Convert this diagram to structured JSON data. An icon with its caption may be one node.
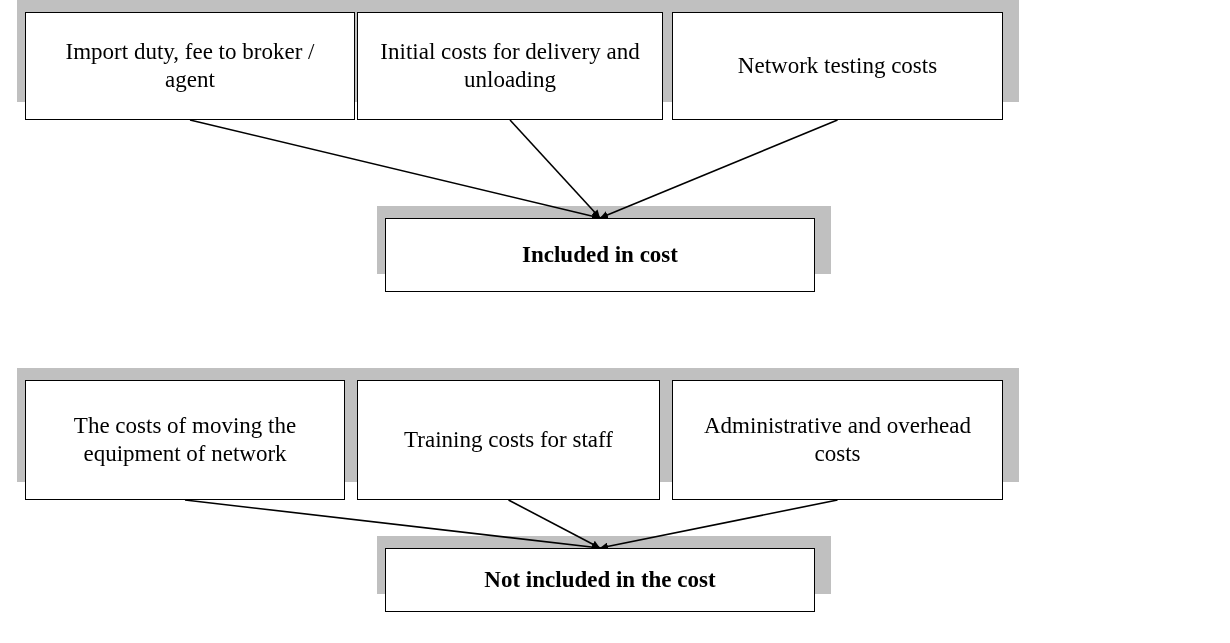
{
  "diagram": {
    "nodes": [
      {
        "text": [
          "Import duty, fee to broker / agent"
        ]
      },
      {
        "text": [
          "Initial costs for delivery and unloading"
        ]
      },
      {
        "text": [
          "Network testing costs"
        ]
      },
      {
        "text": [
          "Included in cost"
        ]
      },
      {
        "text": [
          "The costs of moving the equipment of network"
        ]
      },
      {
        "text": [
          "Training costs for staff"
        ]
      },
      {
        "text": [
          "Administrative and overhead costs"
        ]
      },
      {
        "text": [
          "Not included in the cost"
        ]
      }
    ],
    "edges": [
      {
        "from": 0,
        "to": 3,
        "arrow": "to"
      },
      {
        "from": 1,
        "to": 3,
        "arrow": "to"
      },
      {
        "from": 2,
        "to": 3,
        "arrow": "to"
      },
      {
        "from": 4,
        "to": 7,
        "arrow": "to"
      },
      {
        "from": 5,
        "to": 7,
        "arrow": "to"
      },
      {
        "from": 6,
        "to": 7,
        "arrow": "to"
      }
    ]
  }
}
